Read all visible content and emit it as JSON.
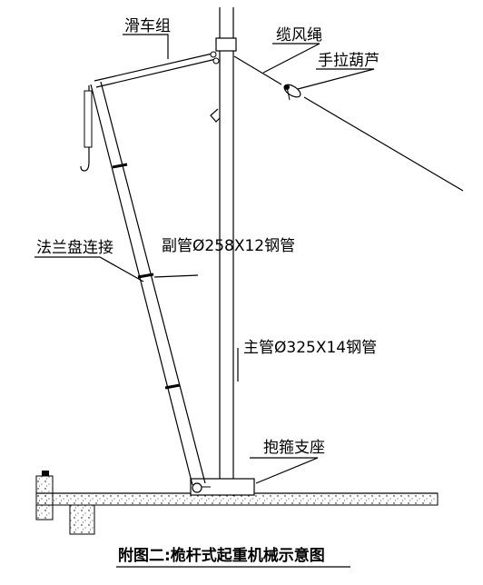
{
  "labels": {
    "pulley_group": "滑车组",
    "guy_rope": "缆风绳",
    "chain_hoist": "手拉葫芦",
    "flange_connection": "法兰盘连接",
    "sub_pipe": "副管Ø258X12钢管",
    "main_pipe": "主管Ø325X14钢管",
    "hoop_support": "抱箍支座"
  },
  "caption": "附图二:桅杆式起重机械示意图"
}
